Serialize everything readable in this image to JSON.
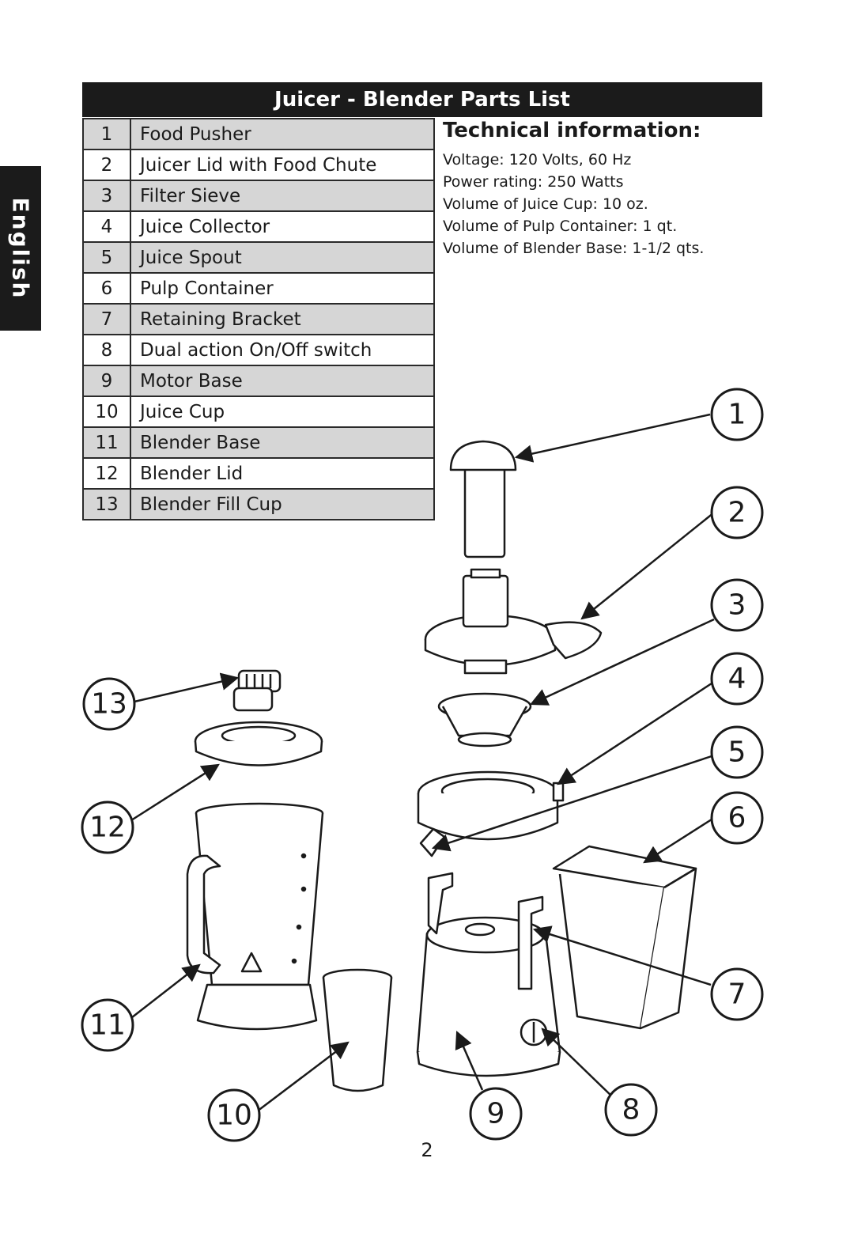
{
  "sidebar": {
    "language": "English"
  },
  "header": {
    "title": "Juicer - Blender Parts List"
  },
  "parts": [
    {
      "number": "1",
      "name": "Food Pusher"
    },
    {
      "number": "2",
      "name": "Juicer Lid with Food Chute"
    },
    {
      "number": "3",
      "name": "Filter Sieve"
    },
    {
      "number": "4",
      "name": "Juice Collector"
    },
    {
      "number": "5",
      "name": "Juice Spout"
    },
    {
      "number": "6",
      "name": "Pulp Container"
    },
    {
      "number": "7",
      "name": "Retaining Bracket"
    },
    {
      "number": "8",
      "name": "Dual action On/Off switch"
    },
    {
      "number": "9",
      "name": "Motor Base"
    },
    {
      "number": "10",
      "name": "Juice Cup"
    },
    {
      "number": "11",
      "name": "Blender Base"
    },
    {
      "number": "12",
      "name": "Blender Lid"
    },
    {
      "number": "13",
      "name": "Blender Fill Cup"
    }
  ],
  "technical": {
    "heading": "Technical information:",
    "lines": [
      "Voltage: 120 Volts, 60 Hz",
      "Power rating: 250 Watts",
      "Volume of Juice Cup: 10 oz.",
      "Volume of Pulp Container:  1 qt.",
      "Volume of Blender Base: 1-1/2 qts."
    ]
  },
  "callouts": [
    "1",
    "2",
    "3",
    "4",
    "5",
    "6",
    "7",
    "8",
    "9",
    "10",
    "11",
    "12",
    "13"
  ],
  "page_number": "2"
}
